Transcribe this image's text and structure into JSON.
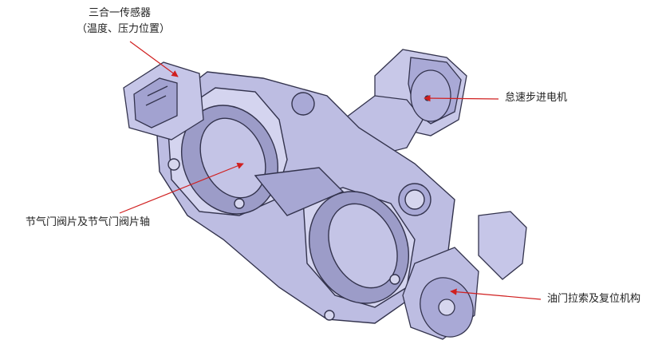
{
  "labels": {
    "sensor_title": "三合一传感器",
    "sensor_sub": "（温度、压力位置）",
    "motor": "怠速步进电机",
    "valve": "节气门阀片及节气门阀片轴",
    "cable": "油门拉索及复位机构"
  },
  "colors": {
    "leader_line": "#d01f1f",
    "body_fill": "#b9b9e0",
    "body_light": "#d6d6ee",
    "body_dark": "#8d8dc0",
    "outline": "#33334d",
    "bore_inner": "#9c9cc8"
  }
}
